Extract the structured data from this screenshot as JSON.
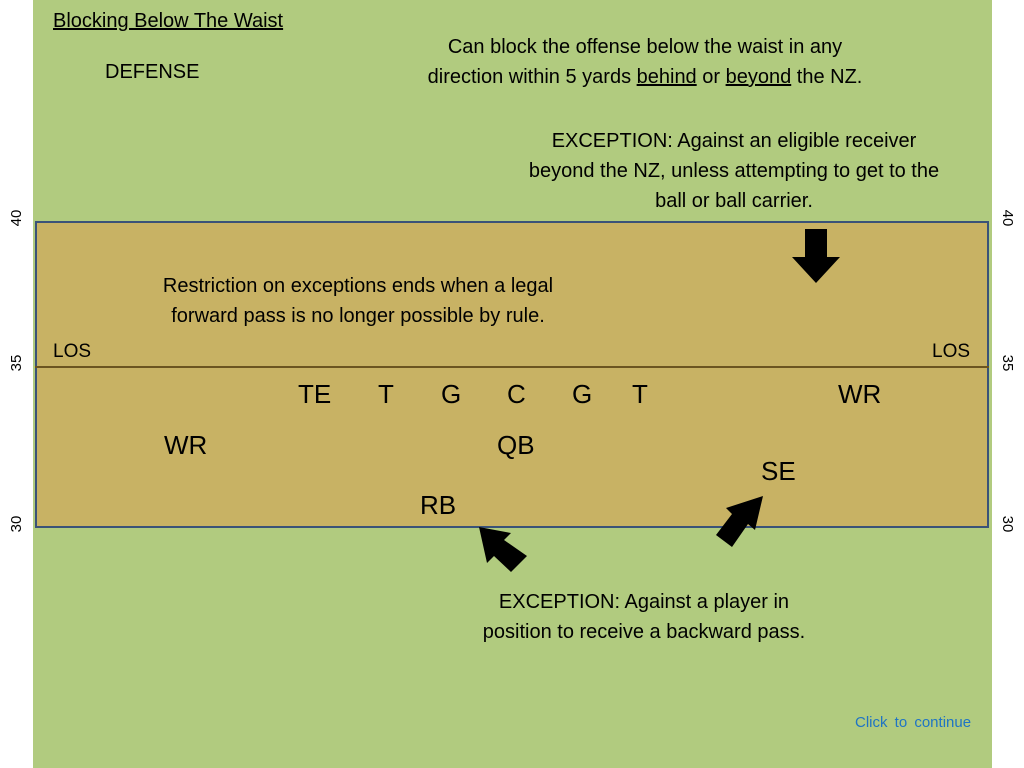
{
  "title": "Blocking Below The Waist",
  "defense_label": "DEFENSE",
  "rule_text": {
    "line1": "Can block the offense below the waist in any",
    "line2_a": "direction within 5 yards ",
    "line2_behind": "behind",
    "line2_or": " or ",
    "line2_beyond": "beyond",
    "line2_b": " the NZ."
  },
  "exception_receiver": [
    "EXCEPTION:  Against an eligible receiver",
    "beyond the NZ, unless attempting to get to the",
    "ball or ball carrier."
  ],
  "restriction": [
    "Restriction on exceptions ends when a legal",
    "forward pass is no longer possible by rule."
  ],
  "exception_backward": [
    "EXCEPTION:  Against a player in",
    "position to receive a backward pass."
  ],
  "los_label": "LOS",
  "yard_numbers": [
    "40",
    "35",
    "30"
  ],
  "players": {
    "te": "TE",
    "t1": "T",
    "g1": "G",
    "c": "C",
    "g2": "G",
    "t2": "T",
    "wr_right": "WR",
    "wr_left": "WR",
    "qb": "QB",
    "se": "SE",
    "rb": "RB"
  },
  "continue_link": "Click  to  continue",
  "colors": {
    "field": "#b1cb7f",
    "zone": "#c8b264",
    "zone_border": "#3a5278",
    "line_of_scrimmage": "#6b5420",
    "link": "#1f74c4"
  },
  "icons": [
    "arrow-down-icon",
    "arrow-up-left-icon",
    "arrow-up-right-icon"
  ]
}
